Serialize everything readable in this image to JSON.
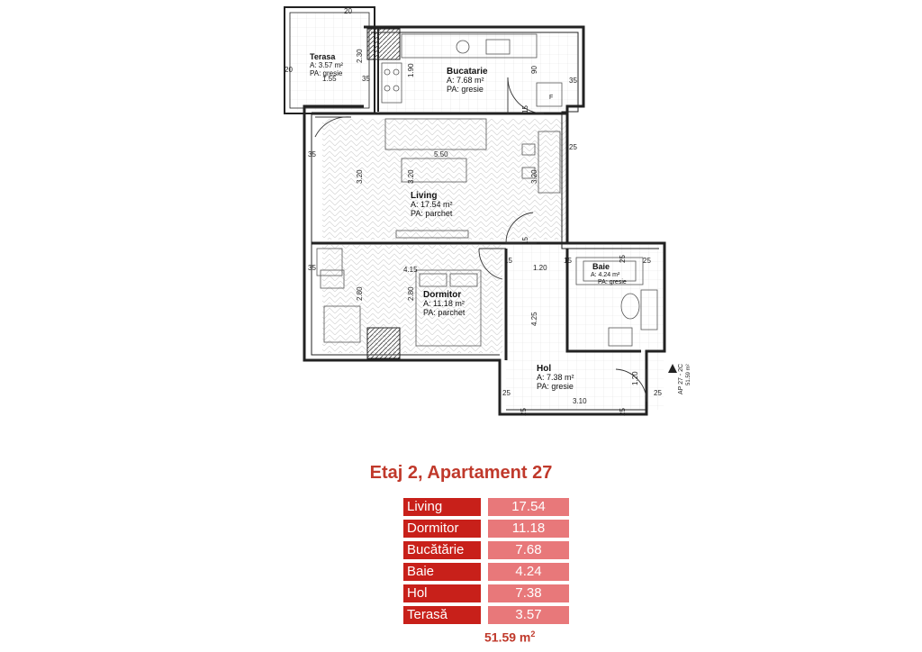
{
  "plan": {
    "rooms": [
      {
        "name": "Terasa",
        "area": "A: 3.57 m²",
        "finish": "PA: gresie"
      },
      {
        "name": "Bucatarie",
        "area": "A: 7.68 m²",
        "finish": "PA: gresie"
      },
      {
        "name": "Living",
        "area": "A: 17.54 m²",
        "finish": "PA: parchet"
      },
      {
        "name": "Dormitor",
        "area": "A: 11.18 m²",
        "finish": "PA: parchet"
      },
      {
        "name": "Baie",
        "area": "A: 4.24 m²",
        "finish": "PA: gresie"
      },
      {
        "name": "Hol",
        "area": "A: 7.38 m²",
        "finish": "PA: gresie"
      }
    ],
    "dims": {
      "d20": "20",
      "d35": "35",
      "d230": "2.30",
      "d155": "1.55",
      "d190": "1.90",
      "d90": "90",
      "d15": "15",
      "d25": "25",
      "d550": "5.50",
      "d320": "3.20",
      "d415": "4.15",
      "d120": "1.20",
      "d280": "2.80",
      "d425": "4.25",
      "d310": "3.10",
      "d120b": "1.20",
      "fridge": "F"
    },
    "apt_marker": "AP 27 - 2C",
    "apt_marker_area": "51.59 m²"
  },
  "heading": "Etaj 2, Apartament 27",
  "areas": [
    {
      "label": "Living",
      "value": "17.54"
    },
    {
      "label": "Dormitor",
      "value": "11.18"
    },
    {
      "label": "Bucătărie",
      "value": "7.68"
    },
    {
      "label": "Baie",
      "value": "4.24"
    },
    {
      "label": "Hol",
      "value": "7.38"
    },
    {
      "label": "Terasă",
      "value": "3.57"
    }
  ],
  "total": {
    "value": "51.59 m",
    "sup": "2"
  }
}
